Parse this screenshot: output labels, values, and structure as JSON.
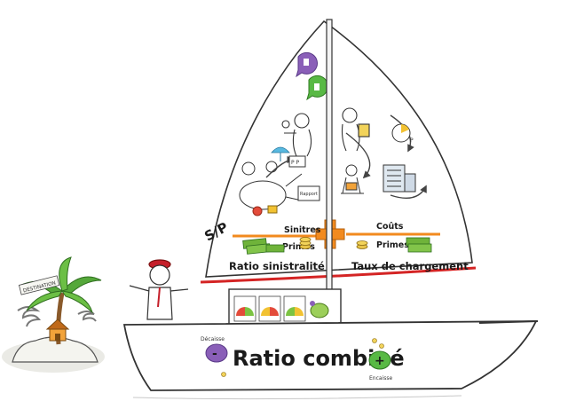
{
  "sail": {
    "left_panel": {
      "badge": "S/P",
      "claims_label": "Sinitres",
      "premiums_label": "Primes",
      "title": "Ratio sinistralité"
    },
    "right_panel": {
      "costs_label": "Coûts",
      "premiums_label": "Primes",
      "title": "Taux de chargement"
    },
    "doc_label": "Rapport",
    "screen_label": "P P",
    "chart_label": "P",
    "operator": "+"
  },
  "hull": {
    "title": "Ratio combiné",
    "left_tag": "Décaisse",
    "right_tag": "Encaisse",
    "left_symbol": "-",
    "right_symbol": "+"
  },
  "island": {
    "sign": "DESTINATION"
  },
  "colors": {
    "accent_orange": "#f28a1e",
    "hull_red": "#d42424",
    "cash_green": "#6fb33a",
    "bubble_purple": "#8a5fb8",
    "bubble_green": "#58b944",
    "gauge_red": "#e34b3a",
    "gauge_yellow": "#f2c232",
    "gauge_green": "#7cc342"
  },
  "icons": [
    "thumbs-up-icon",
    "thumbs-down-icon",
    "cash-stack-icon",
    "coin-icon",
    "piggy-bank-icon",
    "gauge-icon",
    "umbrella-icon",
    "palm-tree-icon",
    "hurricane-icon",
    "plus-cross-icon"
  ]
}
